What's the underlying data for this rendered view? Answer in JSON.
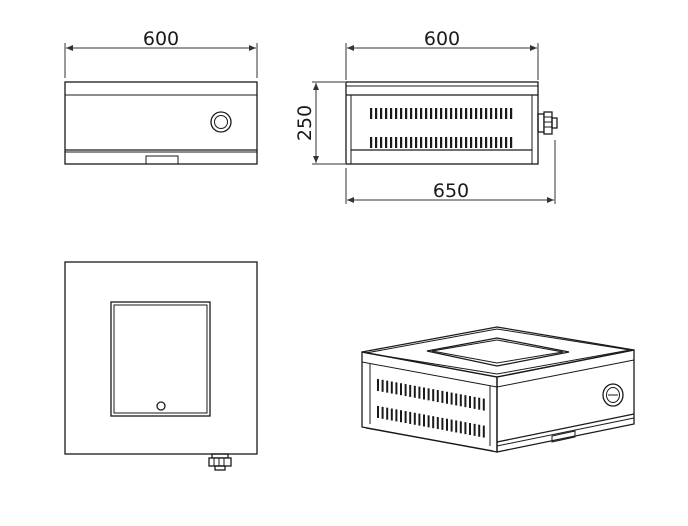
{
  "dimensions": {
    "front_width": "600",
    "side_width": "600",
    "side_height": "250",
    "side_overall": "650"
  }
}
